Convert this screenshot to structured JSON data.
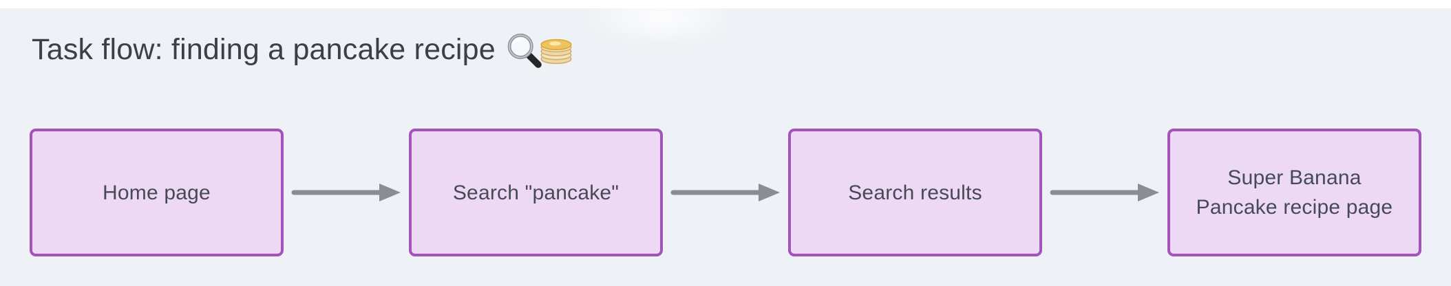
{
  "page": {
    "background_color": "#eef1f5",
    "top_strip_color": "#ffffff"
  },
  "title": {
    "text": "Task flow: finding a pancake recipe",
    "icons": [
      {
        "name": "magnifying-glass-icon",
        "glyph": "🔍"
      },
      {
        "name": "pancakes-icon",
        "glyph": "🥞"
      }
    ]
  },
  "flow": {
    "direction": "left-to-right",
    "connector": "gray-right-arrow",
    "nodes": [
      {
        "label": "Home page",
        "lines": [
          "Home page"
        ]
      },
      {
        "label": "Search \"pancake\"",
        "lines": [
          "Search \"pancake\""
        ]
      },
      {
        "label": "Search results",
        "lines": [
          "Search results"
        ]
      },
      {
        "label": "Super Banana Pancake recipe page",
        "lines": [
          "Super Banana",
          "Pancake recipe page"
        ]
      }
    ],
    "style": {
      "node_fill": "#eed9f4",
      "node_border": "#a553bc",
      "node_text_color": "#454a56",
      "arrow_color": "#8a8e93",
      "title_color": "#394049"
    }
  }
}
